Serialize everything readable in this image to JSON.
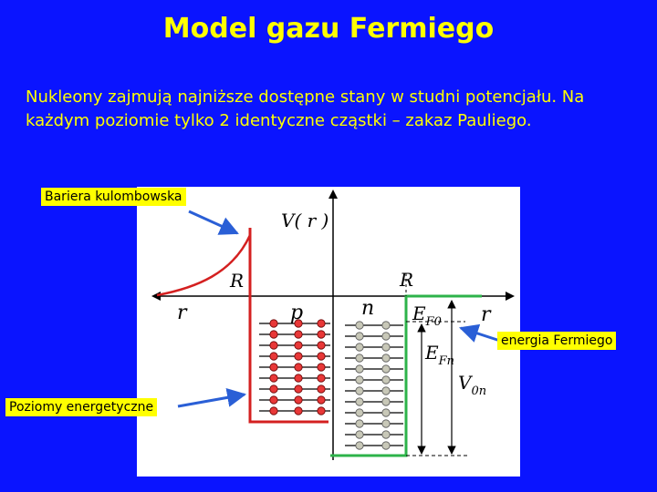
{
  "title": "Model gazu Fermiego",
  "description": {
    "line1": "Nukleony zajmują najniższe dostępne stany w studni potencjału. Na",
    "line2": "każdym poziomie tylko 2 identyczne cząstki – zakaz Pauliego."
  },
  "callouts": {
    "barrier": "Bariera kulombowska",
    "levels": "Poziomy energetyczne",
    "fermi": "energia Fermiego"
  },
  "diagram_labels": {
    "potential": "V( r )",
    "radius_left": "R",
    "radius_right": "R",
    "r_left": "r",
    "r_right": "r",
    "proton": "p",
    "neutron": "n",
    "ef0": "E",
    "ef0_sub": "F0",
    "efn": "E",
    "efn_sub": "Fn",
    "v0n": "V",
    "v0n_sub": "0n"
  },
  "colors": {
    "background": "#0a14ff",
    "title": "#ffff00",
    "proton_well": "#d42020",
    "neutron_well": "#2db34a",
    "arrow": "#2a5fd6"
  }
}
